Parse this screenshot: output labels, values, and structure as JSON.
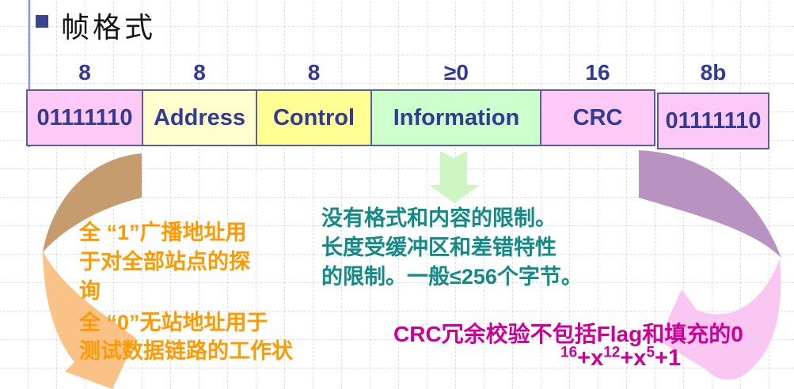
{
  "slide": {
    "title": "帧格式"
  },
  "frame": {
    "text_color": "#333A93",
    "border_color": "#5A5F9A",
    "fields": [
      {
        "bits": "8",
        "name": "01111110",
        "fill": "#FDC9F6"
      },
      {
        "bits": "8",
        "name": "Address",
        "fill": "#FFFFCE"
      },
      {
        "bits": "8",
        "name": "Control",
        "fill": "#FFFF94"
      },
      {
        "bits": "≥0",
        "name": "Information",
        "fill": "#CCFFCC"
      },
      {
        "bits": "16",
        "name": "CRC",
        "fill": "#FDC9F6"
      },
      {
        "bits": "8b",
        "name": "01111110",
        "fill": "#FDC9F6"
      }
    ]
  },
  "annotations": {
    "broadcast_note": {
      "color": "#FF9900",
      "lines": [
        "全 “1”广播地址用",
        "于对全部站点的探",
        "询"
      ]
    },
    "no_station_note": {
      "color": "#FF9900",
      "lines": [
        "全 “0”无站地址用于",
        "测试数据链路的工作状"
      ]
    },
    "information_note": {
      "color": "#128A88",
      "lines": [
        "没有格式和内容的限制。",
        "长度受缓冲区和差错特性",
        "的限制。一般≤256个字节。"
      ]
    },
    "crc_note": {
      "color": "#CC0099",
      "text": "CRC冗余校验不包括Flag和填充的0"
    },
    "crc_polynomial": {
      "color": "#CC0099",
      "parts": [
        {
          "sup": "16"
        },
        {
          "text": "+x"
        },
        {
          "sup": "12"
        },
        {
          "text": "+x"
        },
        {
          "sup": "5"
        },
        {
          "text": "+1"
        }
      ]
    }
  },
  "decorations": {
    "bullet_icon": {
      "name": "square-bullet-icon",
      "color": "#3A4490"
    },
    "grid_line_color": "#D9DEF1",
    "margin_line_color": "#8C99D8",
    "down_arrow_icon_color": "#CDF6C2",
    "curved_arrow_left_upper_color": "#C69C6E",
    "curved_arrow_left_lower_color": "#FAC287",
    "curved_arrow_right_upper_color": "#B893C1",
    "curved_arrow_right_lower_color": "#F9C7F2"
  }
}
